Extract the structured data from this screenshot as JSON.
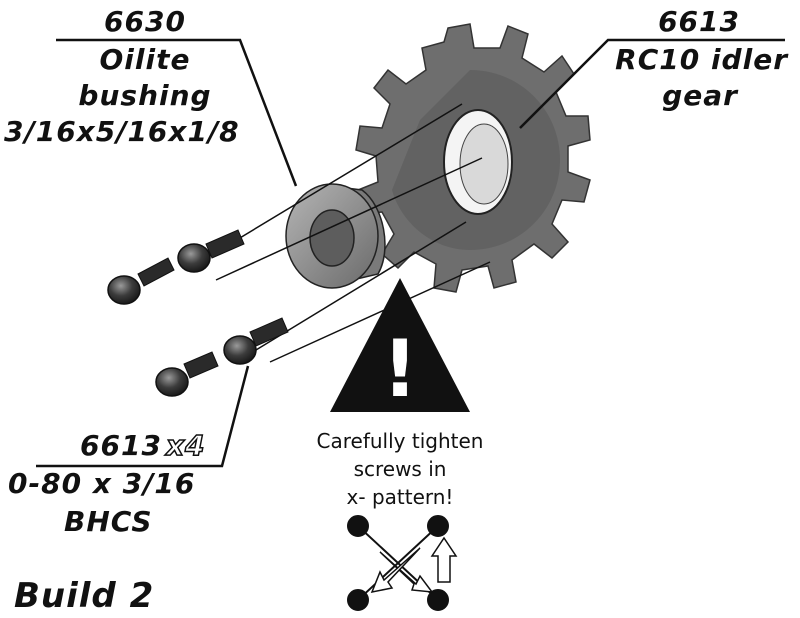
{
  "callouts": {
    "bushing": {
      "part_no": "6630",
      "name_line1": "Oilite",
      "name_line2": "bushing",
      "size": "3/16x5/16x1/8"
    },
    "gear": {
      "part_no": "6613",
      "name_line1": "RC10 idler",
      "name_line2": "gear"
    },
    "screws": {
      "part_no": "6613",
      "qty": "x4",
      "size": "0-80 x 3/16",
      "type": "BHCS"
    }
  },
  "warning": {
    "symbol": "!",
    "line1": "Carefully tighten",
    "line2": "screws in",
    "line3": "x- pattern!"
  },
  "footer": {
    "build_label": "Build 2"
  },
  "colors": {
    "ink": "#111111",
    "gear_fill": "#6e6e6e",
    "bushing_fill": "#8d8d8d",
    "screw_fill": "#3a3a3a"
  }
}
